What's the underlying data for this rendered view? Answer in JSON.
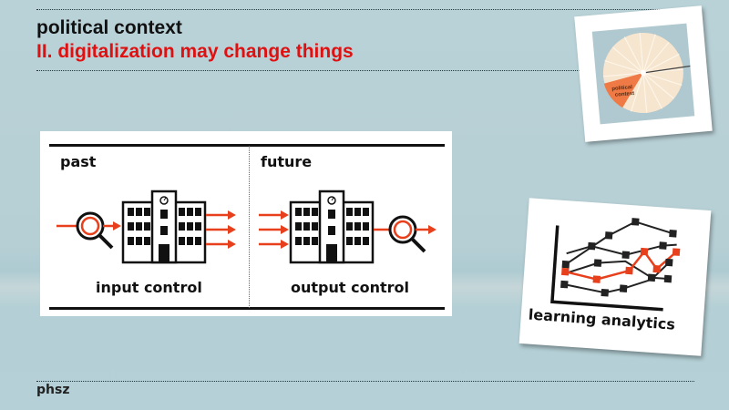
{
  "header": {
    "title": "political context",
    "subtitle": "II. digitalization may change things"
  },
  "diagram": {
    "left": {
      "heading": "past",
      "caption": "input control"
    },
    "right": {
      "heading": "future",
      "caption": "output control"
    },
    "accent_color": "#e8401c"
  },
  "thumbnail_political_context": {
    "label_line1": "political",
    "label_line2": "context"
  },
  "thumbnail_learning_analytics": {
    "caption": "learning analytics"
  },
  "footer": {
    "text": "phsz"
  },
  "colors": {
    "title": "#111111",
    "subtitle": "#e01010",
    "background": "#b8d1d7"
  }
}
